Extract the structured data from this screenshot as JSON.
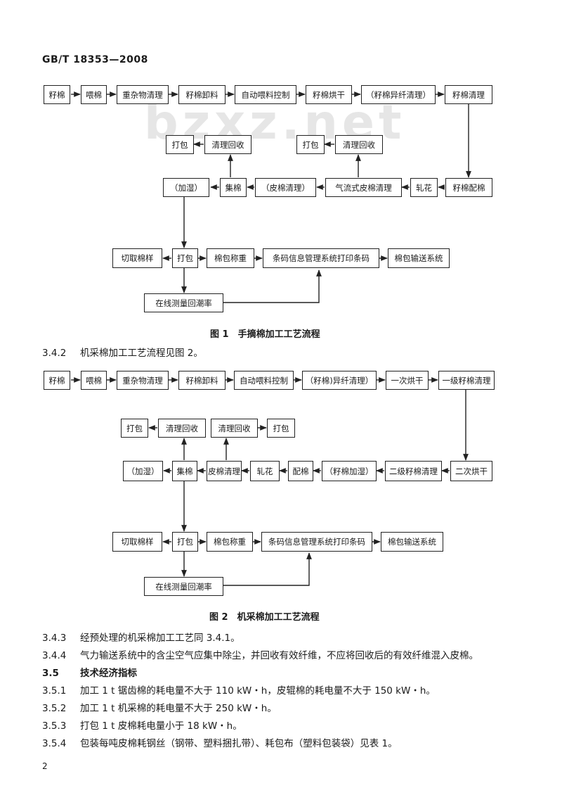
{
  "header": {
    "std_code": "GB/T 18353—2008"
  },
  "watermark": "bzxz.net",
  "fig1": {
    "top_row": [
      "籽棉",
      "喂棉",
      "重杂物清理",
      "籽棉卸料",
      "自动喂料控制",
      "籽棉烘干",
      "（籽棉异纤清理）",
      "籽棉清理"
    ],
    "mid_upper": [
      "打包",
      "清理回收",
      "打包",
      "清理回收"
    ],
    "mid_row": [
      "（加湿）",
      "集棉",
      "（皮棉清理）",
      "气流式皮棉清理",
      "轧花",
      "籽棉配棉"
    ],
    "bottom_row": [
      "切取棉样",
      "打包",
      "棉包称重",
      "条码信息管理系统打印条码",
      "棉包输送系统"
    ],
    "bottom_extra": "在线测量回潮率",
    "caption": "图 1　手摘棉加工工艺流程"
  },
  "p342": {
    "num": "3.4.2",
    "text": "机采棉加工工艺流程见图 2。"
  },
  "fig2": {
    "top_row": [
      "籽棉",
      "喂棉",
      "重杂物清理",
      "籽棉卸料",
      "自动喂料控制",
      "（籽棉)异纤清理）",
      "一次烘干",
      "一级籽棉清理"
    ],
    "mid_upper": [
      "打包",
      "清理回收",
      "清理回收",
      "打包"
    ],
    "mid_row": [
      "（加湿）",
      "集棉",
      "皮棉清理",
      "轧花",
      "配棉",
      "（籽棉加湿）",
      "二级籽棉清理",
      "二次烘干"
    ],
    "bottom_row": [
      "切取棉样",
      "打包",
      "棉包称重",
      "条码信息管理系统打印条码",
      "棉包输送系统"
    ],
    "bottom_extra": "在线测量回潮率",
    "caption": "图 2　机采棉加工工艺流程"
  },
  "paras": [
    {
      "num": "3.4.3",
      "text": "经预处理的机采棉加工工艺同 3.4.1。",
      "bold": false
    },
    {
      "num": "3.4.4",
      "text": "气力输送系统中的含尘空气应集中除尘，并回收有效纤维，不应将回收后的有效纤维混入皮棉。",
      "bold": false
    },
    {
      "num": "3.5",
      "text": "技术经济指标",
      "bold": true
    },
    {
      "num": "3.5.1",
      "text": "加工 1 t 锯齿棉的耗电量不大于 110 kW・h，皮辊棉的耗电量不大于 150 kW・h。",
      "bold": false
    },
    {
      "num": "3.5.2",
      "text": "加工 1 t 机采棉的耗电量不大于 250 kW・h。",
      "bold": false
    },
    {
      "num": "3.5.3",
      "text": "打包 1 t 皮棉耗电量小于 18 kW・h。",
      "bold": false
    },
    {
      "num": "3.5.4",
      "text": "包装每吨皮棉耗钢丝（钢带、塑料捆扎带）、耗包布（塑料包装袋）见表 1。",
      "bold": false
    }
  ],
  "page_number": "2"
}
